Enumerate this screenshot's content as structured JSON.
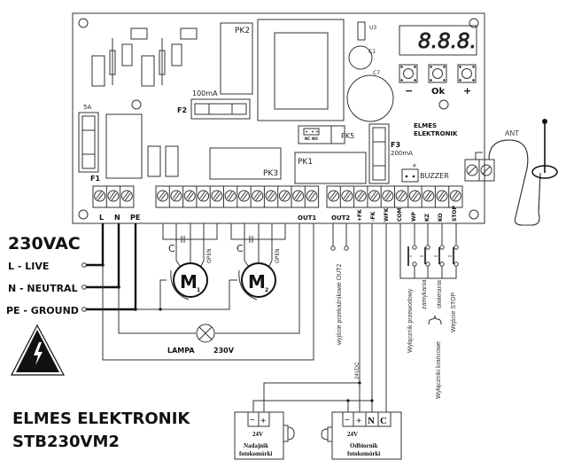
{
  "title": {
    "brand": "ELMES ELEKTRONIK",
    "model": "STB230VM2"
  },
  "power": {
    "heading": "230VAC",
    "lines": [
      "L - LIVE",
      "N - NEUTRAL",
      "PE - GROUND"
    ]
  },
  "board": {
    "brand_line1": "ELMES",
    "brand_line2": "ELEKTRONIK",
    "display": "8.8.8.",
    "buttons": [
      "−",
      "Ok",
      "+"
    ],
    "components": {
      "pk1": "PK1",
      "pk2": "PK2",
      "pk3": "PK3",
      "pk5": "PK5",
      "u3": "U3",
      "c1": "C1",
      "c7": "C7",
      "jumper_nc": "NC",
      "jumper_no": "NO"
    },
    "fuses": [
      {
        "name": "F1",
        "rating": "5A"
      },
      {
        "name": "F2",
        "rating": "100mA"
      },
      {
        "name": "F3",
        "rating": "200mA"
      }
    ],
    "buzzer": {
      "label": "BUZZER",
      "polarity": "+"
    },
    "antenna_label": "ANT",
    "power_terminals": [
      "L",
      "N",
      "PE"
    ],
    "terminal_labels": {
      "out1": "OUT1",
      "out2": "OUT2",
      "vertical": [
        "+FK",
        "-FK",
        "WFK",
        "COM",
        "WP",
        "KZ",
        "KO",
        "STOP"
      ]
    }
  },
  "motors": [
    {
      "label": "M",
      "sub": "1",
      "cap": "C",
      "open": "OPEN"
    },
    {
      "label": "M",
      "sub": "2",
      "cap": "C",
      "open": "OPEN"
    }
  ],
  "lamp": {
    "label": "LAMPA",
    "voltage": "230V"
  },
  "annotations": {
    "out2": "wyjście przekaźnikowe OUT2",
    "dc24": "24VDC",
    "wire_switch": "Wyłącznik przewodowy",
    "limit_switches": "Wyłączniki krańcowe",
    "closing": "zamykania",
    "opening": "otwierania",
    "stop_input": "Wejście STOP"
  },
  "photocells": [
    {
      "name_line1": "Nadajnik",
      "name_line2": "fotokomórki",
      "voltage": "24V",
      "terminals": [
        "−",
        "+"
      ]
    },
    {
      "name_line1": "Odbiornik",
      "name_line2": "fotokomórki",
      "voltage": "24V",
      "terminals": [
        "−",
        "+",
        "N",
        "C"
      ]
    }
  ]
}
